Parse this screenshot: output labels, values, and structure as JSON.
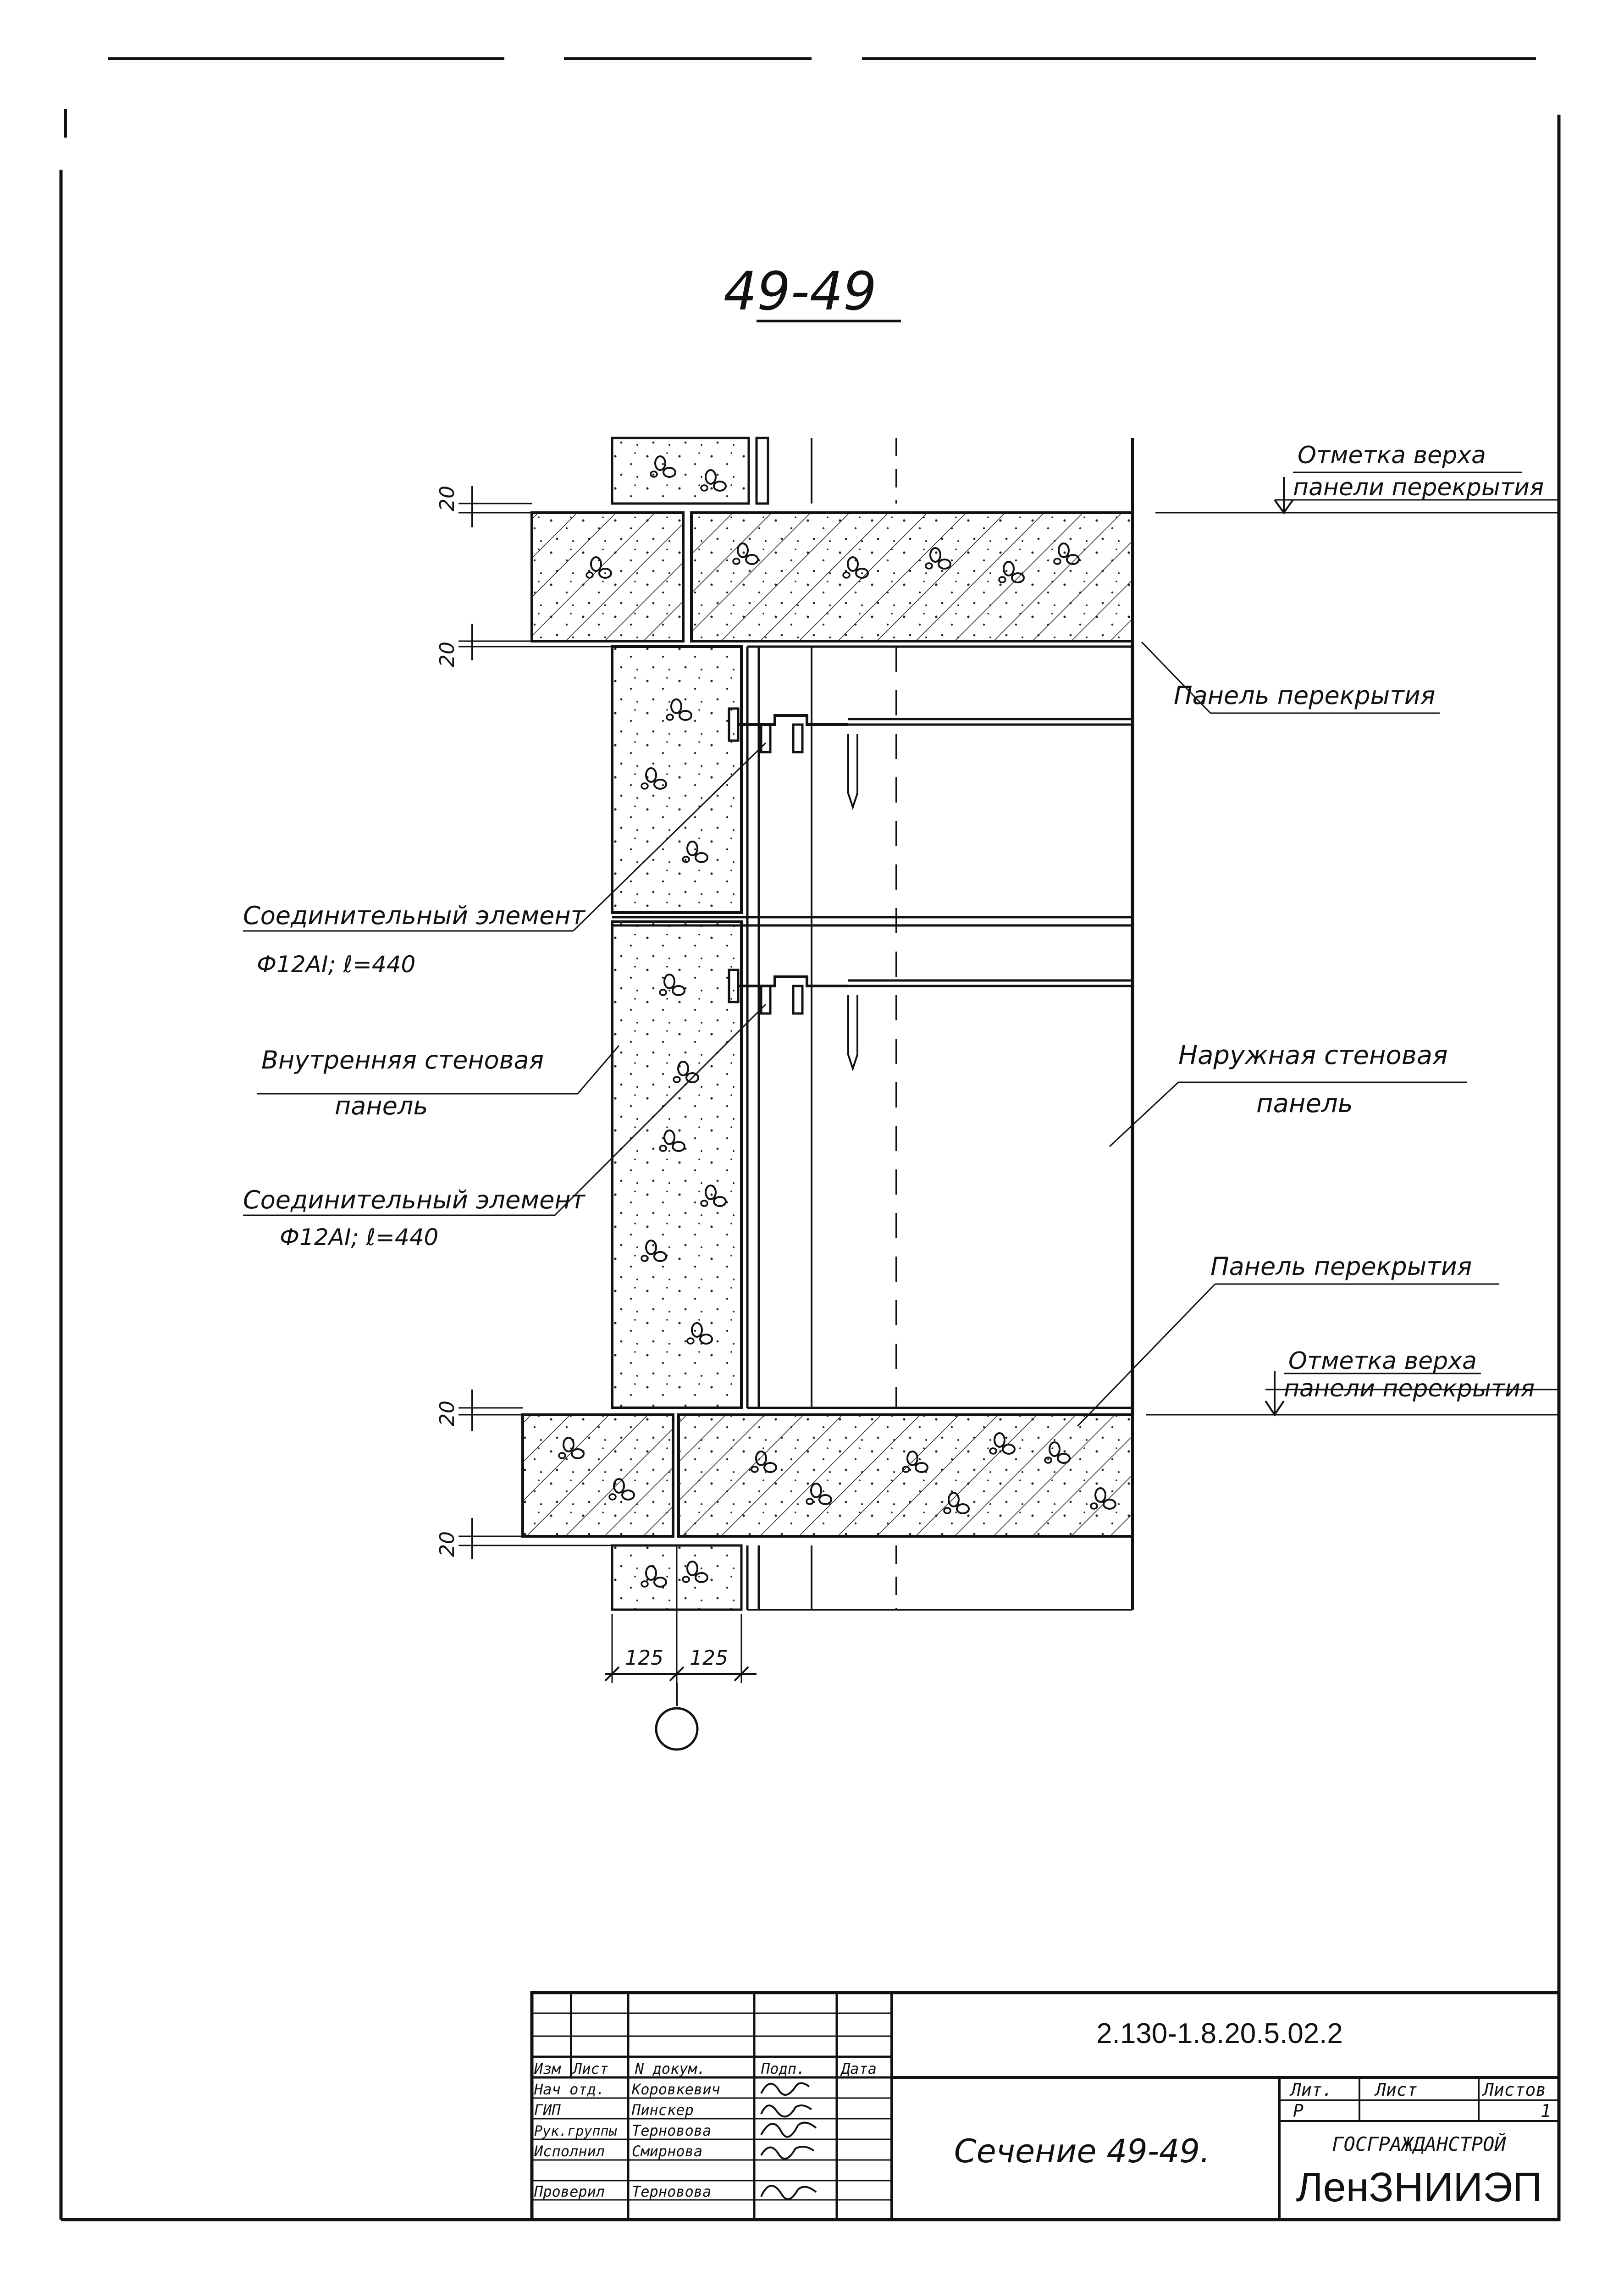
{
  "section_title": "49-49",
  "labels": {
    "top_level_mark": [
      "Отметка верха",
      "панели перекрытия"
    ],
    "floor_panel_top": "Панель перекрытия",
    "connector_1": "Соединительный элемент",
    "connector_1_spec": "Ф12АI; ℓ=440",
    "inner_panel": [
      "Внутренняя стеновая",
      "панель"
    ],
    "connector_2": "Соединительный элемент",
    "connector_2_spec": "Ф12АI; ℓ=440",
    "outer_panel": [
      "Наружная стеновая",
      "панель"
    ],
    "floor_panel_bottom": "Панель перекрытия",
    "bottom_level_mark": [
      "Отметка верха",
      "панели перекрытия"
    ]
  },
  "dimensions": {
    "gap_upper_top": "20",
    "gap_upper_bottom": "20",
    "gap_lower_top": "20",
    "gap_lower_bottom": "20",
    "width_left": "125",
    "width_right": "125"
  },
  "title_block": {
    "doc_code": "2.130-1.8.20.5.02.2",
    "headers": [
      "Изм",
      "Лист",
      "N докум.",
      "Подп.",
      "Дата"
    ],
    "roles": [
      {
        "role": "Нач отд.",
        "name": "Коровкевич"
      },
      {
        "role": "ГИП",
        "name": "Пинскер"
      },
      {
        "role": "Рук.группы",
        "name": "Терновова"
      },
      {
        "role": "Исполнил",
        "name": "Смирнова"
      },
      {
        "role": "Проверил",
        "name": "Терновова"
      }
    ],
    "sheet_title": "Сечение 49-49.",
    "lit_header": "Лит.",
    "sheet_header": "Лист",
    "sheets_header": "Листов",
    "lit_value": "Р",
    "sheets_value": "1",
    "org_top": "ГОСГРАЖДАНСТРОЙ",
    "org_name": "ЛенЗНИИЭП"
  }
}
